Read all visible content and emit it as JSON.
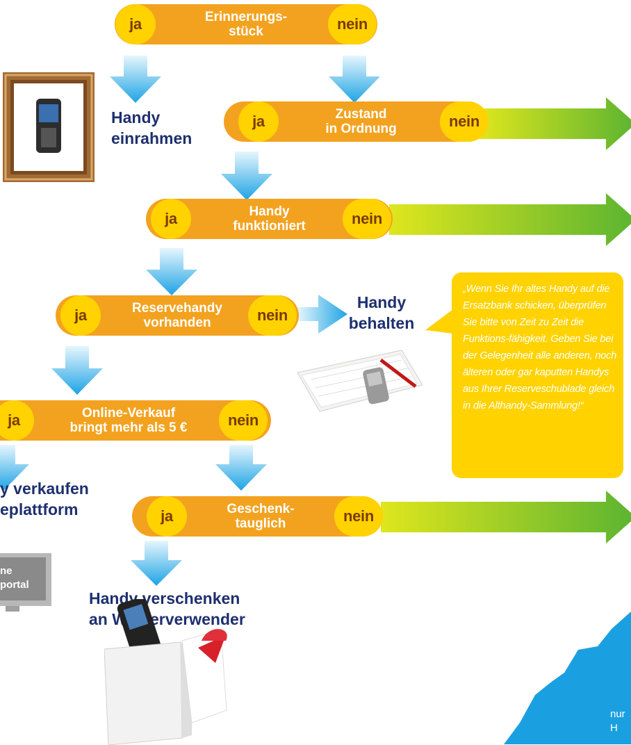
{
  "colors": {
    "bar": "#f3a21f",
    "cap": "#ffd200",
    "cap_text": "#7a3b00",
    "heading": "#1d2f6f",
    "green_from": "#d5e31c",
    "green_to": "#5cb531",
    "arrow_blue": "#29a9e6"
  },
  "answers": {
    "yes": "ja",
    "no": "nein"
  },
  "nodes": [
    {
      "id": "erinnerung",
      "label": "Erinnerungs-\nstück"
    },
    {
      "id": "zustand",
      "label": "Zustand\nin Ordnung"
    },
    {
      "id": "funktioniert",
      "label": "Handy\nfunktioniert"
    },
    {
      "id": "reserve",
      "label": "Reservehandy\nvorhanden"
    },
    {
      "id": "verkauf",
      "label": "Online-Verkauf\nbringt mehr als 5 €"
    },
    {
      "id": "geschenk",
      "label": "Geschenk-\ntauglich"
    }
  ],
  "outcomes": {
    "einrahmen": "Handy\neinrahmen",
    "behalten": "Handy\nbehalten",
    "verkaufen": "y verkaufen\neplattform",
    "verschenken": "Handy verschenken\nan Wiederverwender"
  },
  "icons": [
    "framed-phone-icon",
    "notebook-phone-icon",
    "monitor-icon",
    "gift-box-phone-icon"
  ],
  "monitor_text": "ne\nportal",
  "quote": "„Wenn Sie Ihr altes Handy auf die Ersatzbank schicken, überprüfen Sie bitte von Zeit zu Zeit die Funktions-fähigkeit. Geben Sie bei der Gelegenheit alle anderen, noch älteren oder gar kaputten Handys aus Ihrer Reserveschublade gleich in die Althandy-Sammlung!“",
  "corner_text": "nur\nH"
}
